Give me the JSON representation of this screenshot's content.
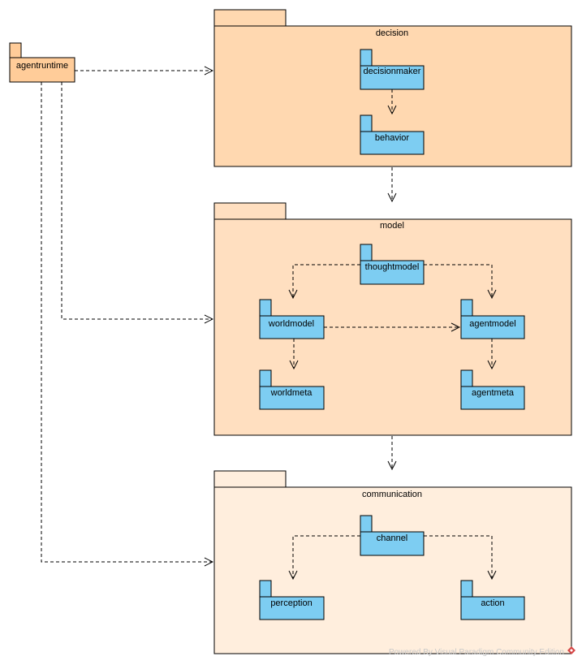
{
  "packages": {
    "agentruntime": "agentruntime",
    "decision": "decision",
    "decisionmaker": "decisionmaker",
    "behavior": "behavior",
    "model": "model",
    "thoughtmodel": "thoughtmodel",
    "worldmodel": "worldmodel",
    "agentmodel": "agentmodel",
    "worldmeta": "worldmeta",
    "agentmeta": "agentmeta",
    "communication": "communication",
    "channel": "channel",
    "perception": "perception",
    "action": "action"
  },
  "watermark": "Powered By  Visual Paradigm Community Edition",
  "colors": {
    "decision_fill": "#FFD8B0",
    "model_fill": "#FFDFC0",
    "communication_fill": "#FFEEDD",
    "agentruntime_fill": "#FFCC99",
    "subpackage_fill": "#7DCDF2",
    "outline": "#000000"
  },
  "icons": {
    "logo": "visual-paradigm-logo-icon"
  }
}
